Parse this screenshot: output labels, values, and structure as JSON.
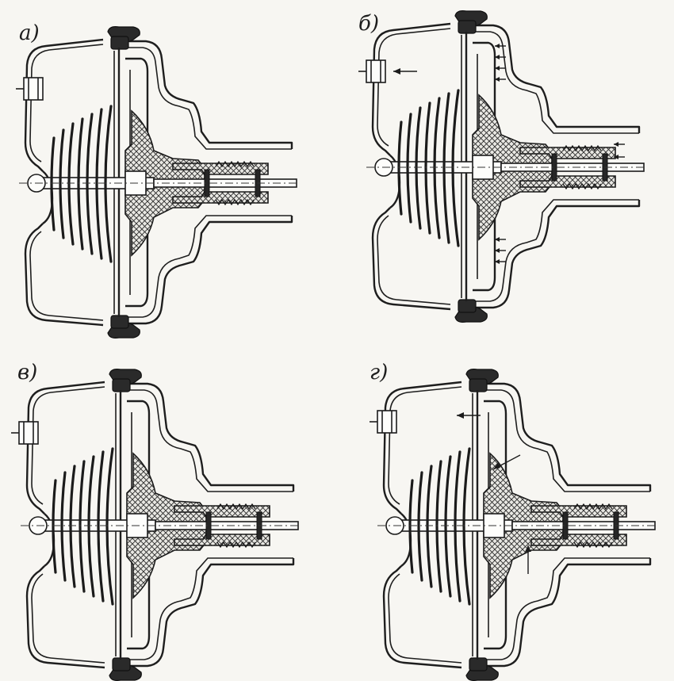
{
  "figure": {
    "panels": [
      {
        "id": "a",
        "label": "а)"
      },
      {
        "id": "b",
        "label": "б)"
      },
      {
        "id": "v",
        "label": "в)"
      },
      {
        "id": "g",
        "label": "г)"
      }
    ]
  },
  "colors": {
    "paper": "#f7f6f2",
    "ink": "#1e1e1e",
    "rubber": "#2a2a2a"
  }
}
